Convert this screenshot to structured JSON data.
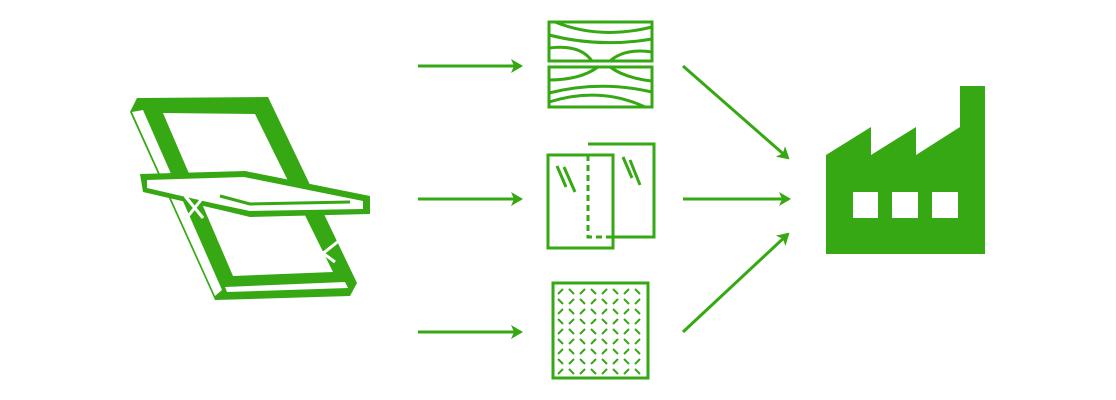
{
  "colors": {
    "accent": "#36a814",
    "background": "#ffffff"
  },
  "nodes": [
    {
      "id": "roof-window",
      "icon": "roof-window-icon"
    },
    {
      "id": "wood",
      "icon": "wood-grain-icon"
    },
    {
      "id": "glass",
      "icon": "glass-panes-icon"
    },
    {
      "id": "insulation",
      "icon": "insulation-material-icon"
    },
    {
      "id": "factory",
      "icon": "factory-icon"
    }
  ],
  "edges": [
    {
      "from": "roof-window",
      "to": "wood"
    },
    {
      "from": "roof-window",
      "to": "glass"
    },
    {
      "from": "roof-window",
      "to": "insulation"
    },
    {
      "from": "wood",
      "to": "factory"
    },
    {
      "from": "glass",
      "to": "factory"
    },
    {
      "from": "insulation",
      "to": "factory"
    }
  ]
}
